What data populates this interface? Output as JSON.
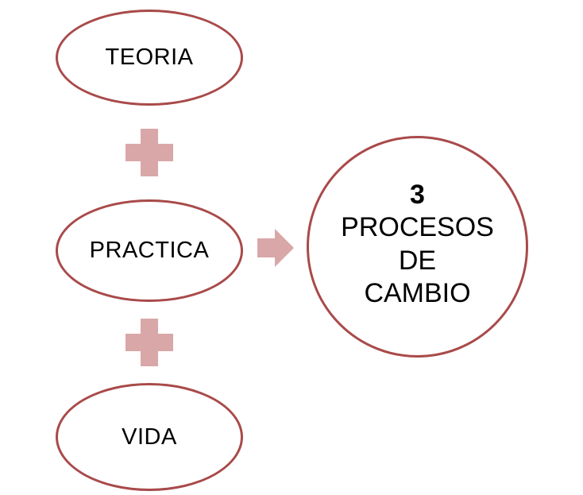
{
  "diagram": {
    "inputs": [
      {
        "label": "TEORIA"
      },
      {
        "label": "PRACTICA"
      },
      {
        "label": "VIDA"
      }
    ],
    "operators": [
      "plus-icon",
      "plus-icon"
    ],
    "connector": "arrow-right-icon",
    "result": {
      "number": "3",
      "lines": [
        "PROCESOS",
        "DE",
        "CAMBIO"
      ]
    }
  },
  "colors": {
    "outline": "#a94a4a",
    "symbol_fill": "#d9a7a7",
    "text": "#000000",
    "background": "#ffffff"
  }
}
